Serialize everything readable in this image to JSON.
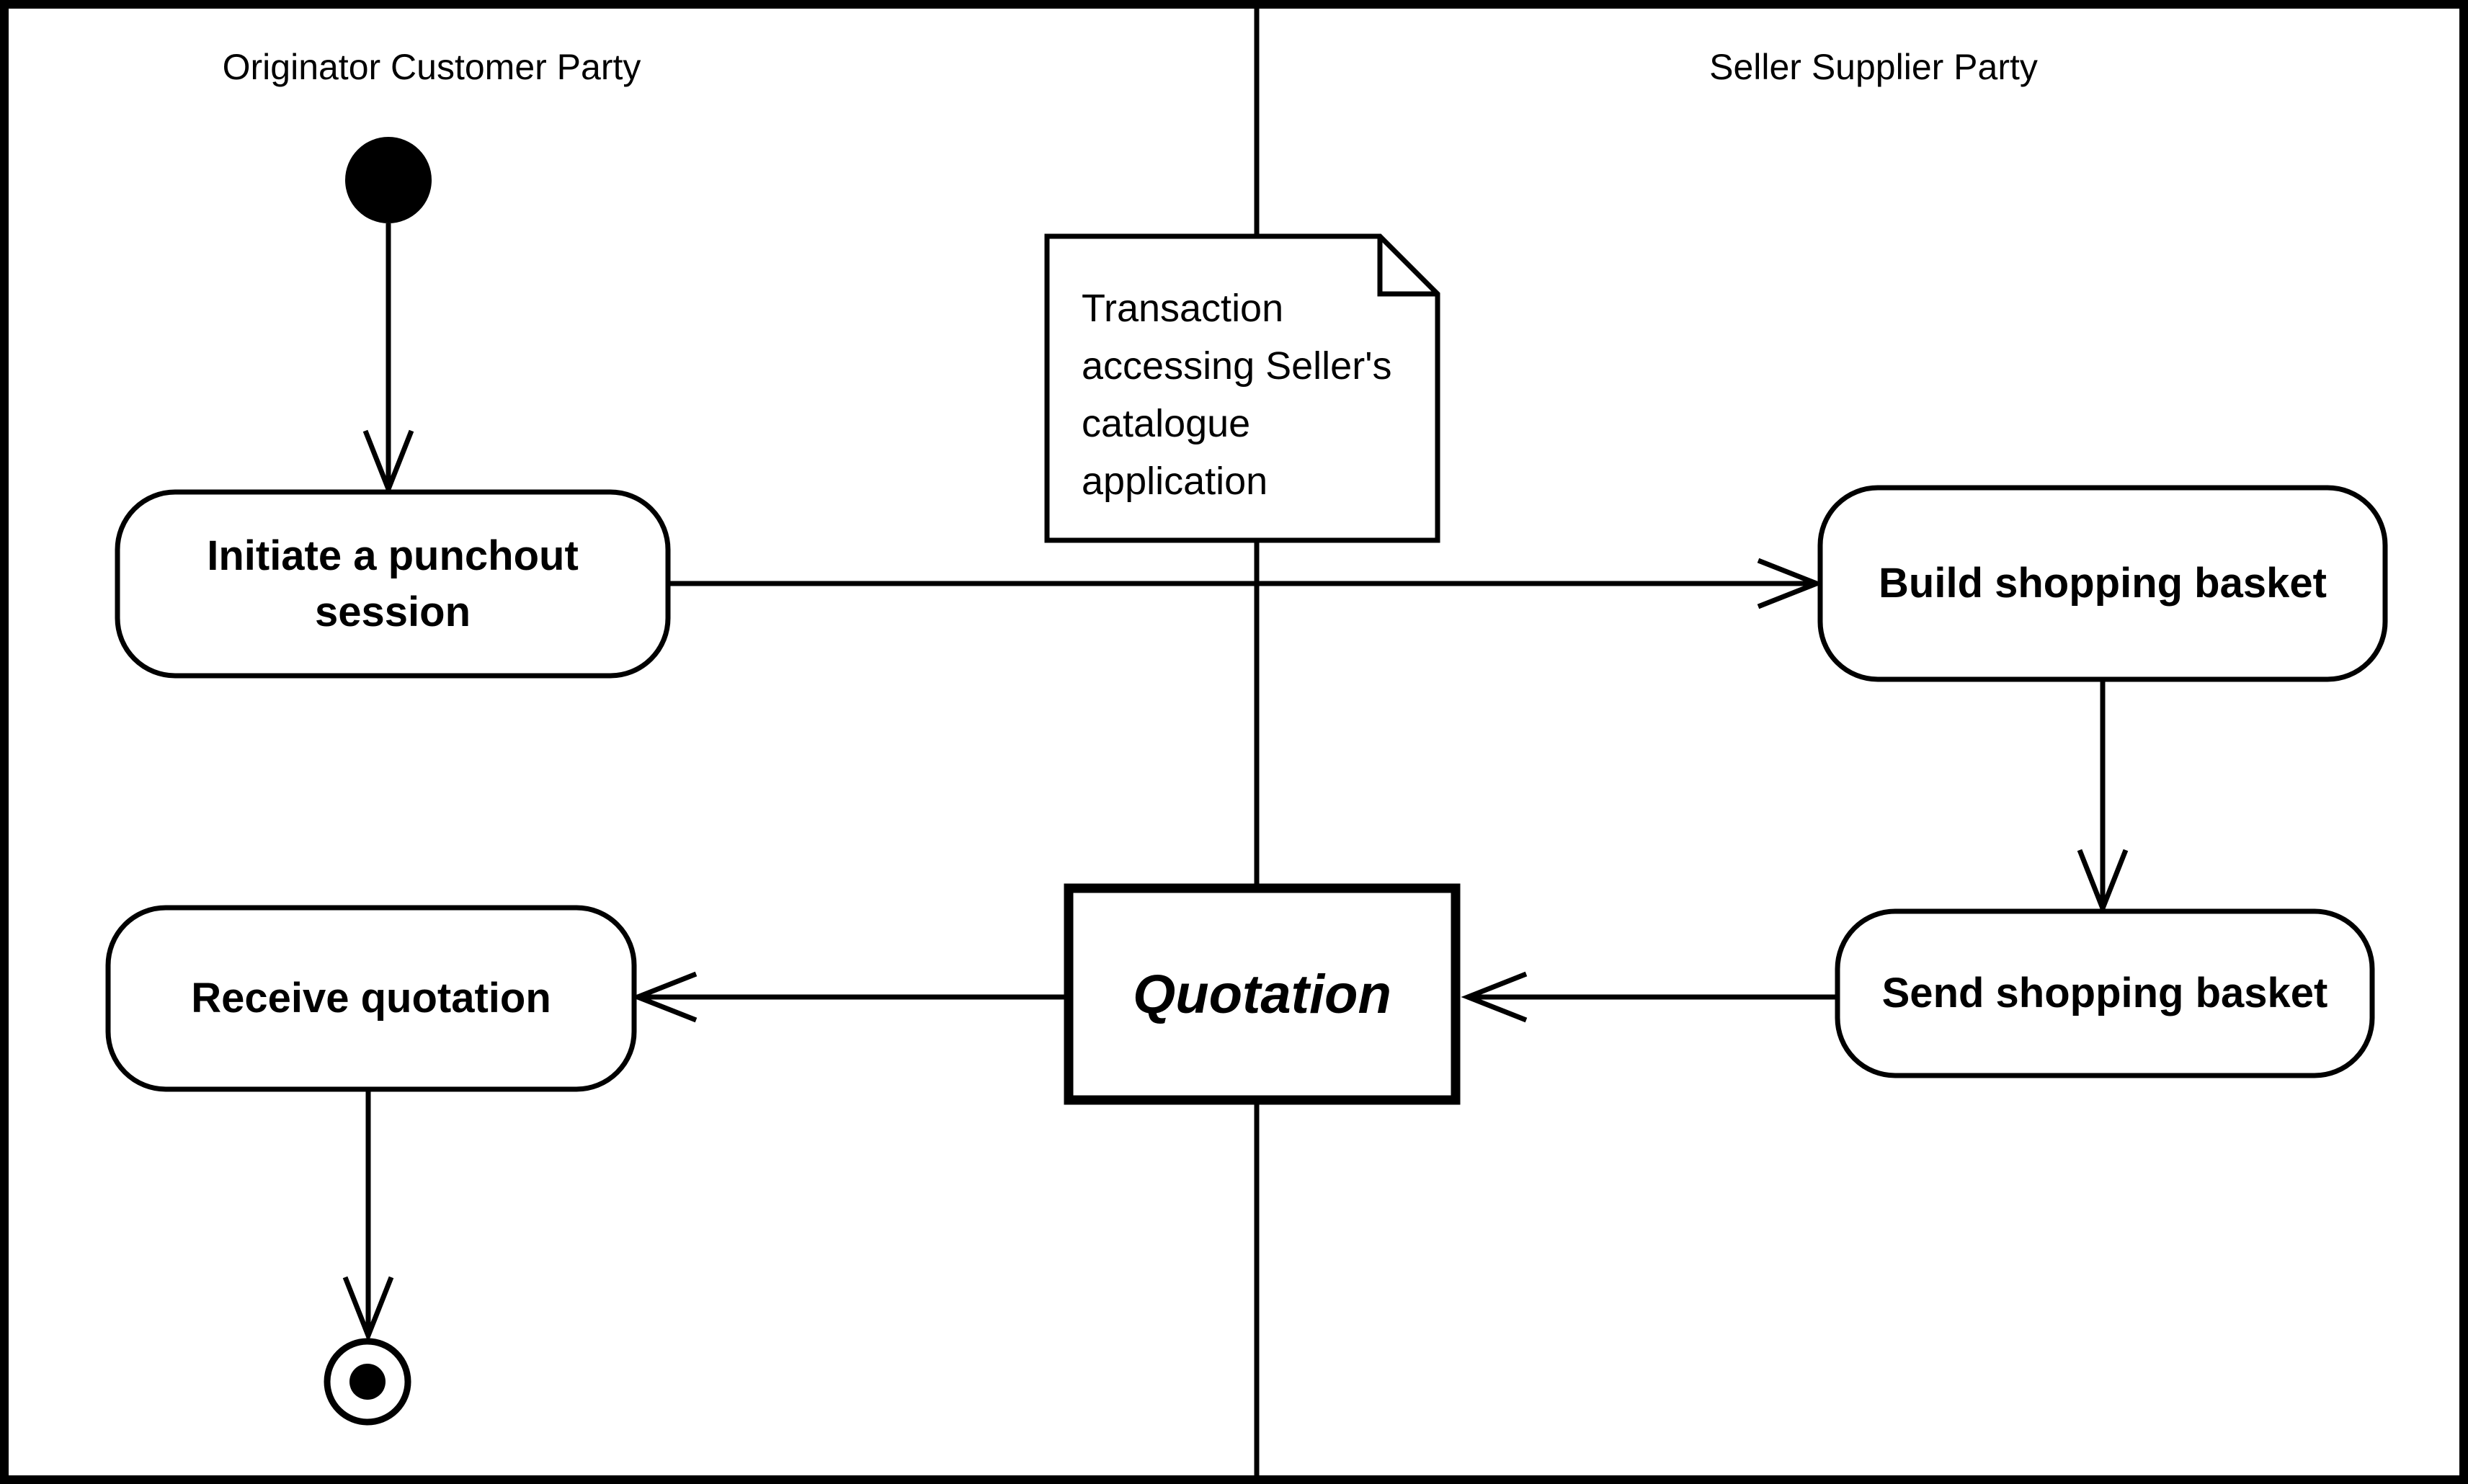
{
  "diagram": {
    "type": "uml-activity-swimlane",
    "colors": {
      "foreground": "#000000",
      "background": "#ffffff"
    },
    "lanes": [
      {
        "label": "Originator Customer Party"
      },
      {
        "label": "Seller Supplier Party"
      }
    ],
    "nodes": {
      "initial_state": {
        "type": "initial-state"
      },
      "initiate_punchout": {
        "lines": [
          "Initiate a punchout",
          "session"
        ]
      },
      "catalogue_note": {
        "lines": [
          "Transaction",
          "accessing Seller's",
          "catalogue",
          "application"
        ]
      },
      "build_basket": {
        "label": "Build shopping basket"
      },
      "send_basket": {
        "label": "Send shopping basket"
      },
      "quotation": {
        "label": "Quotation"
      },
      "receive_quotation": {
        "label": "Receive quotation"
      },
      "final_state": {
        "type": "final-state"
      }
    },
    "flows": [
      {
        "from": "initial_state",
        "to": "initiate_punchout"
      },
      {
        "from": "initiate_punchout",
        "to": "build_basket"
      },
      {
        "from": "build_basket",
        "to": "send_basket"
      },
      {
        "from": "send_basket",
        "to": "quotation"
      },
      {
        "from": "quotation",
        "to": "receive_quotation"
      },
      {
        "from": "receive_quotation",
        "to": "final_state"
      }
    ]
  }
}
